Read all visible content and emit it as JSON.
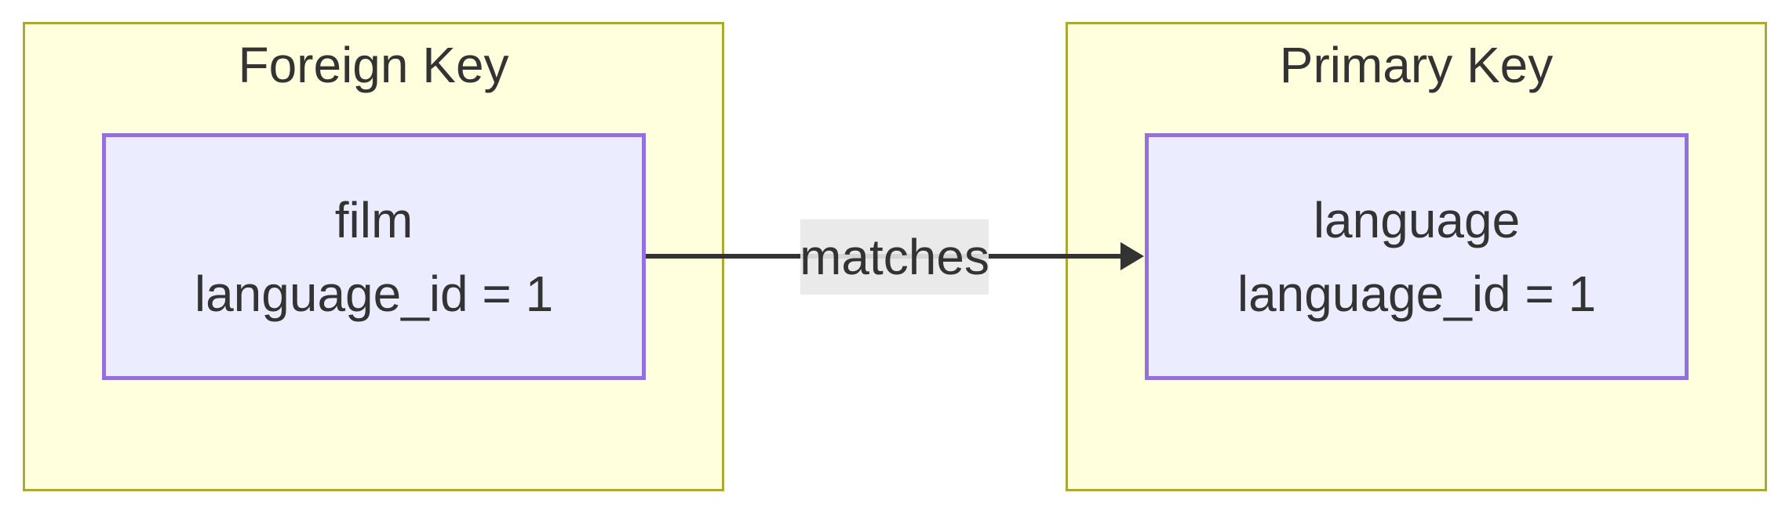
{
  "diagram": {
    "type": "flowchart",
    "direction": "left-to-right",
    "clusters": [
      {
        "title": "Foreign Key",
        "node": {
          "lines": [
            "film",
            "language_id = 1"
          ]
        }
      },
      {
        "title": "Primary Key",
        "node": {
          "lines": [
            "language",
            "language_id = 1"
          ]
        }
      }
    ],
    "edge": {
      "label": "matches",
      "from": "film",
      "to": "language",
      "arrow": "right"
    },
    "colors": {
      "canvas_bg": "#ffffff",
      "cluster_fill": "#ffffde",
      "cluster_border": "#aaaa33",
      "node_fill": "#ececff",
      "node_border": "#9370db",
      "text": "#333333",
      "edge_stroke": "#333333",
      "edge_label_bg": "#e8e8e8"
    }
  }
}
